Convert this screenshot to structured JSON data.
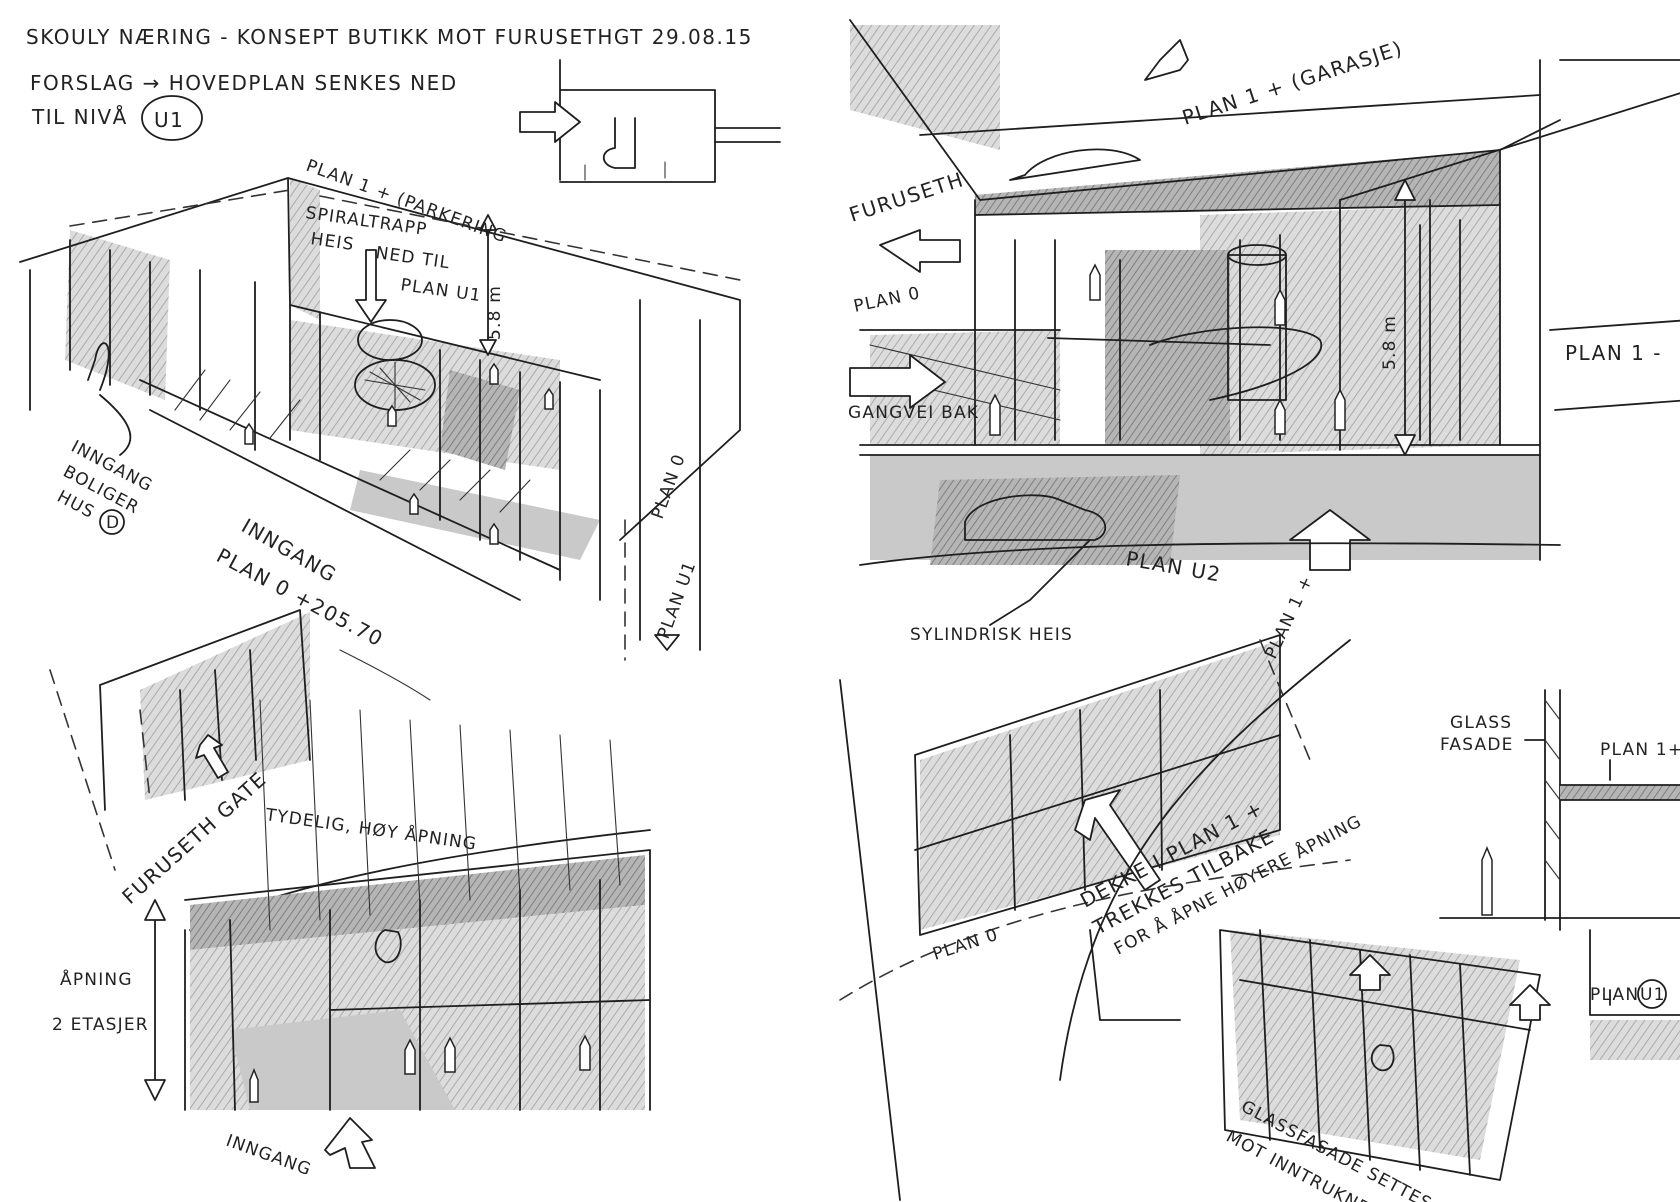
{
  "header": {
    "title_line": "SKOULY NÆRING  - KONSEPT BUTIKK MOT FURUSETHGT 29.08.15",
    "proposal_line1": "FORSLAG → HOVEDPLAN SENKES NED",
    "proposal_line2": "TIL NIVÅ",
    "level_badge": "U1"
  },
  "sketch_topleft": {
    "plan1_label": "PLAN 1 + (PARKERING",
    "spiral_label": "SPIRALTRAPP",
    "heis_label": "HEIS",
    "ned_til_label": "NED TIL",
    "plan_u1_label": "PLAN U1",
    "height_label": "5.8 m",
    "entrance_housing_1": "INNGANG",
    "entrance_housing_2": "BOLIGER",
    "entrance_housing_3": "HUS",
    "house_badge": "D",
    "entrance_plan_1": "INNGANG",
    "entrance_plan_2": "PLAN 0 +205.70",
    "plan0_label": "PLAN 0",
    "planu1_side_label": "PLAN U1"
  },
  "sketch_bottomleft": {
    "street_label": "FURUSETH GATE",
    "opening_note": "TYDELIG, HØY ÅPNING",
    "opening_label_1": "ÅPNING",
    "opening_label_2": "2 ETASJER",
    "entrance_label": "INNGANG"
  },
  "sketch_topright": {
    "garage_label": "PLAN 1 + (GARASJE)",
    "furuseth_label": "FURUSETH",
    "plan0_label": "PLAN 0",
    "gangvei_label": "GANGVEI BAK",
    "plan1_minus_label": "PLAN 1 -",
    "height_label": "5.8 m",
    "plan_u2_label": "PLAN U2",
    "cylinder_label": "SYLINDRISK HEIS"
  },
  "sketch_bottomright": {
    "plan1_label": "PLAN 1 +",
    "plan0_label": "PLAN 0",
    "deck_note_1": "DEKKE I PLAN 1 +",
    "deck_note_2": "TREKKES TILBAKE",
    "deck_note_3": "FOR Å ÅPNE HØYERE ÅPNING",
    "glass_label_1": "GLASS",
    "glass_label_2": "FASADE",
    "section_plan1": "PLAN 1+",
    "section_planu1": "PLAN",
    "section_badge": "U1",
    "glass_note_1": "GLASSFASADE SETTES",
    "glass_note_2": "MOT INNTRUKNE UTSNITT"
  }
}
